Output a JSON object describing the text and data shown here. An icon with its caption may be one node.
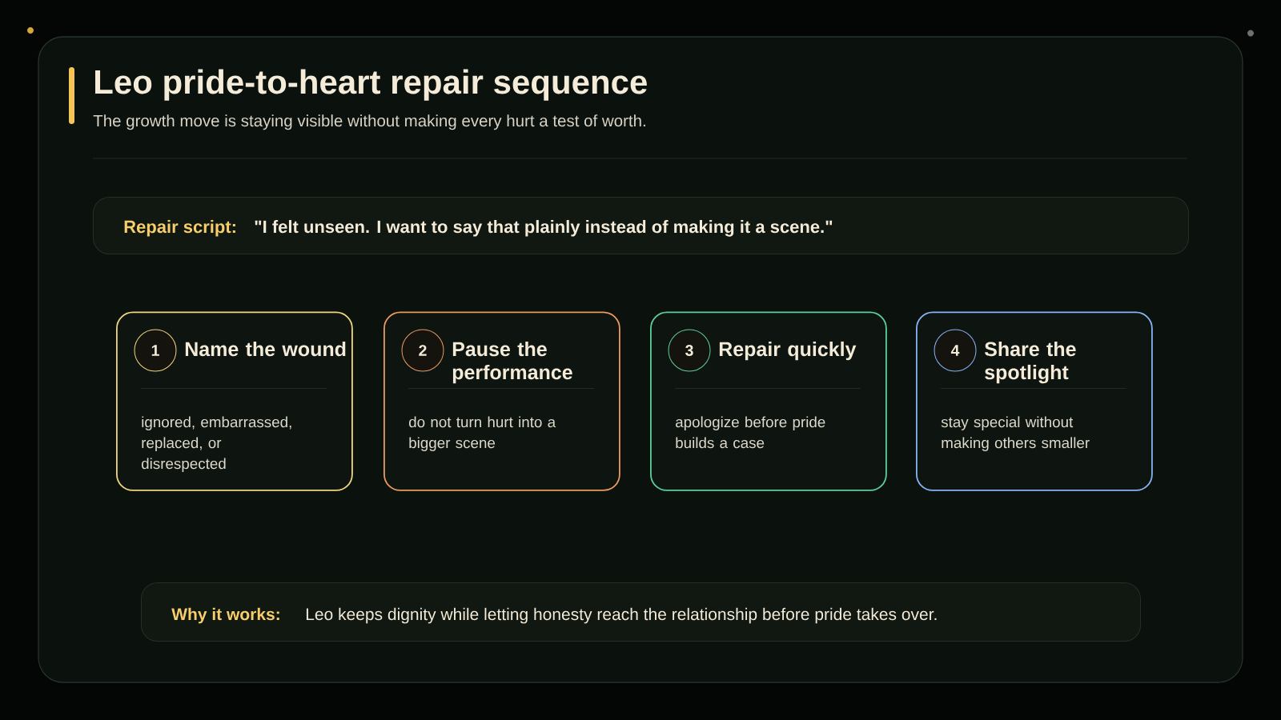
{
  "diagram": {
    "title": "Leo pride-to-heart repair sequence",
    "caption": "The growth move is staying visible without making every hurt a test of worth.",
    "nodes": [
      {
        "text": [
          "Repair script:",
          "\"I felt unseen. I want to say that plainly instead of making it a scene.\""
        ]
      },
      {
        "text": [
          "Name the wound",
          "ignored, embarrassed, replaced, or disrespected"
        ]
      },
      {
        "text": [
          "1"
        ],
        "in": 1
      },
      {
        "text": [
          "Pause the performance",
          "do not turn hurt into a bigger scene"
        ]
      },
      {
        "text": [
          "2"
        ],
        "in": 3
      },
      {
        "text": [
          "Repair quickly",
          "apologize before pride builds a case"
        ]
      },
      {
        "text": [
          "3"
        ],
        "in": 5
      },
      {
        "text": [
          "Share the spotlight",
          "stay special without making others smaller"
        ]
      },
      {
        "text": [
          "4"
        ],
        "in": 7
      },
      {
        "text": [
          "Why it works:",
          "Leo keeps dignity while letting honesty reach the relationship before pride takes over."
        ]
      }
    ]
  }
}
